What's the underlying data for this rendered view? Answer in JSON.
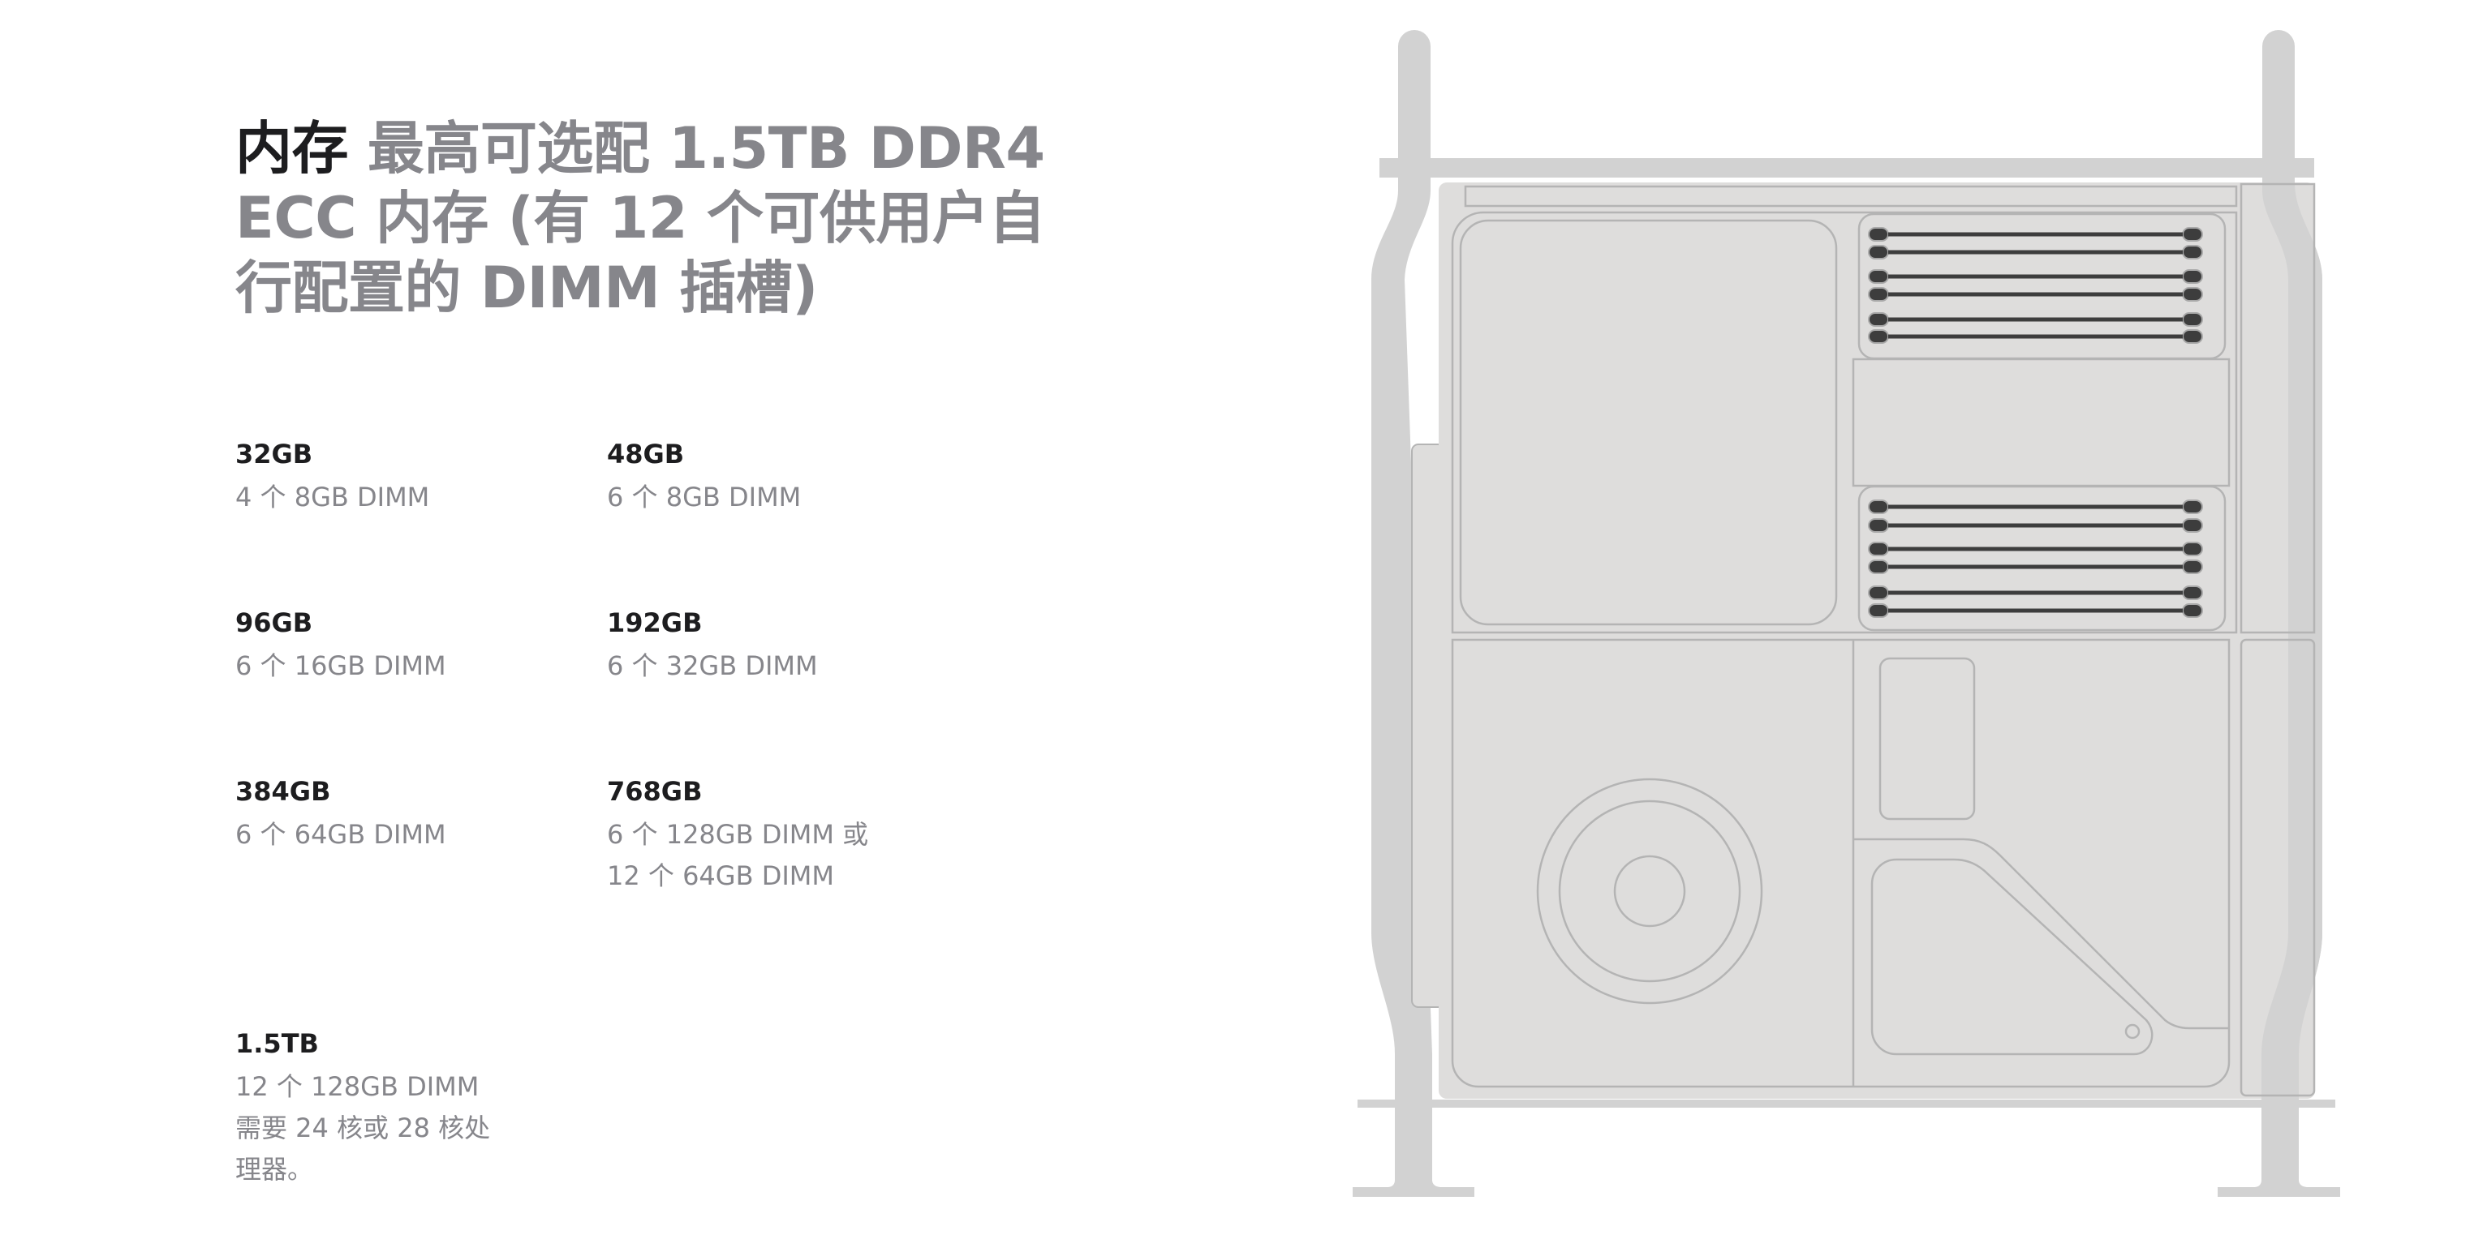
{
  "headline": {
    "lead": "内存",
    "rest": "最高可选配 1.5TB DDR4 ECC 内存 (有 12 个可供用户自行配置的 DIMM 插槽)"
  },
  "specs": [
    {
      "capacity": "32GB",
      "config": "4 个 8GB DIMM"
    },
    {
      "capacity": "48GB",
      "config": "6 个 8GB DIMM"
    },
    {
      "capacity": "96GB",
      "config": "6 个 16GB DIMM"
    },
    {
      "capacity": "192GB",
      "config": "6 个 32GB DIMM"
    },
    {
      "capacity": "384GB",
      "config": "6 个 64GB DIMM"
    },
    {
      "capacity": "768GB",
      "config": "6 个 128GB DIMM 或 12 个 64GB DIMM"
    },
    {
      "capacity": "1.5TB",
      "config": "12 个 128GB DIMM 需要 24 核或 28 核处理器。"
    }
  ],
  "illustration": {
    "name": "Mac Pro internal layout with 12 DIMM slots",
    "dimm_slots_upper": 6,
    "dimm_slots_lower": 6
  },
  "colors": {
    "text_primary": "#1d1d1f",
    "text_secondary": "#86868b",
    "frame": "#d2d2d2",
    "body": "#dedddc",
    "outline": "#b4b4b4",
    "dimm": "#3d3d3d"
  }
}
